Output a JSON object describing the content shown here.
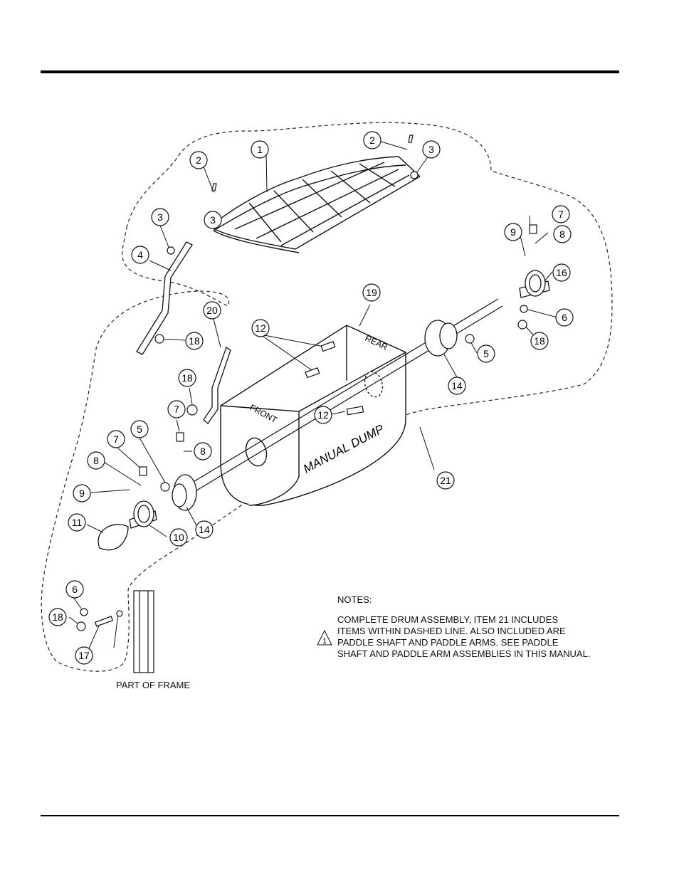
{
  "notes": {
    "title": "NOTES:",
    "lines": [
      "COMPLETE DRUM ASSEMBLY, ITEM 21 INCLUDES",
      "ITEMS WITHIN DASHED LINE. ALSO INCLUDED ARE",
      "PADDLE SHAFT AND PADDLE ARMS. SEE PADDLE",
      "SHAFT AND PADDLE  ARM ASSEMBLIES IN THIS MANUAL."
    ],
    "warning_number": "1"
  },
  "frame_label": "PART OF FRAME",
  "drum_text": {
    "main": "MANUAL DUMP",
    "front": "FRONT",
    "rear": "REAR"
  },
  "callouts": [
    {
      "id": "1"
    },
    {
      "id": "2"
    },
    {
      "id": "2"
    },
    {
      "id": "3"
    },
    {
      "id": "3"
    },
    {
      "id": "3"
    },
    {
      "id": "4"
    },
    {
      "id": "5"
    },
    {
      "id": "5"
    },
    {
      "id": "6"
    },
    {
      "id": "6"
    },
    {
      "id": "7"
    },
    {
      "id": "7"
    },
    {
      "id": "7"
    },
    {
      "id": "8"
    },
    {
      "id": "8"
    },
    {
      "id": "8"
    },
    {
      "id": "9"
    },
    {
      "id": "9"
    },
    {
      "id": "10"
    },
    {
      "id": "11"
    },
    {
      "id": "12"
    },
    {
      "id": "12"
    },
    {
      "id": "14"
    },
    {
      "id": "14"
    },
    {
      "id": "16"
    },
    {
      "id": "17"
    },
    {
      "id": "18"
    },
    {
      "id": "18"
    },
    {
      "id": "18"
    },
    {
      "id": "18"
    },
    {
      "id": "19"
    },
    {
      "id": "20"
    },
    {
      "id": "21"
    }
  ]
}
